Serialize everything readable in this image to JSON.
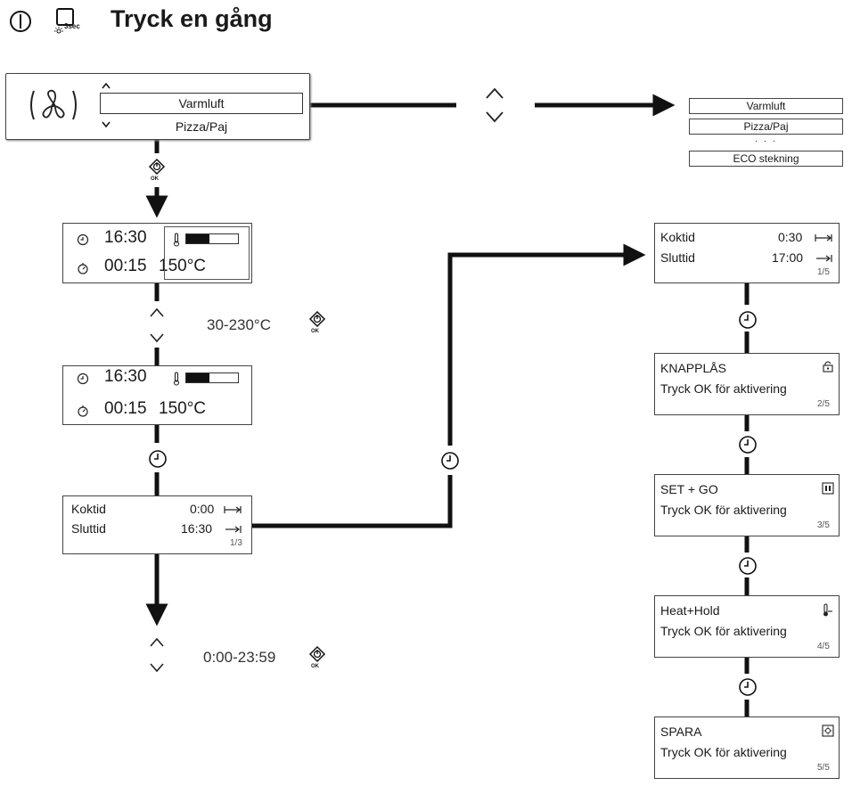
{
  "header": {
    "title": "Tryck en gång",
    "sec_label": "3sec"
  },
  "function_menu": {
    "selected": "Varmluft",
    "next": "Pizza/Paj"
  },
  "function_list": {
    "items": [
      "Varmluft",
      "Pizza/Paj",
      "· · ·",
      "ECO stekning"
    ]
  },
  "ok_label": "OK",
  "display_a": {
    "clock": "16:30",
    "duration": "00:15",
    "temperature": "150°C"
  },
  "display_b": {
    "clock": "16:30",
    "duration": "00:15",
    "temperature": "150°C"
  },
  "temp_range": "30-230°C",
  "time_range": "0:00-23:59",
  "timer_left": {
    "cook_label": "Koktid",
    "cook_value": "0:00",
    "end_label": "Sluttid",
    "end_value": "16:30",
    "page": "1/3"
  },
  "timer_right": {
    "cook_label": "Koktid",
    "cook_value": "0:30",
    "end_label": "Sluttid",
    "end_value": "17:00",
    "page": "1/5"
  },
  "options": [
    {
      "title": "KNAPPLÅS",
      "line": "Tryck OK för aktivering",
      "page": "2/5",
      "icon": "padlock-icon"
    },
    {
      "title": "SET + GO",
      "line": "Tryck OK för aktivering",
      "page": "3/5",
      "icon": "set-go-icon"
    },
    {
      "title": "Heat+Hold",
      "line": "Tryck OK för aktivering",
      "page": "4/5",
      "icon": "heat-hold-icon"
    },
    {
      "title": "SPARA",
      "line": "Tryck OK för aktivering",
      "page": "5/5",
      "icon": "save-icon"
    }
  ]
}
